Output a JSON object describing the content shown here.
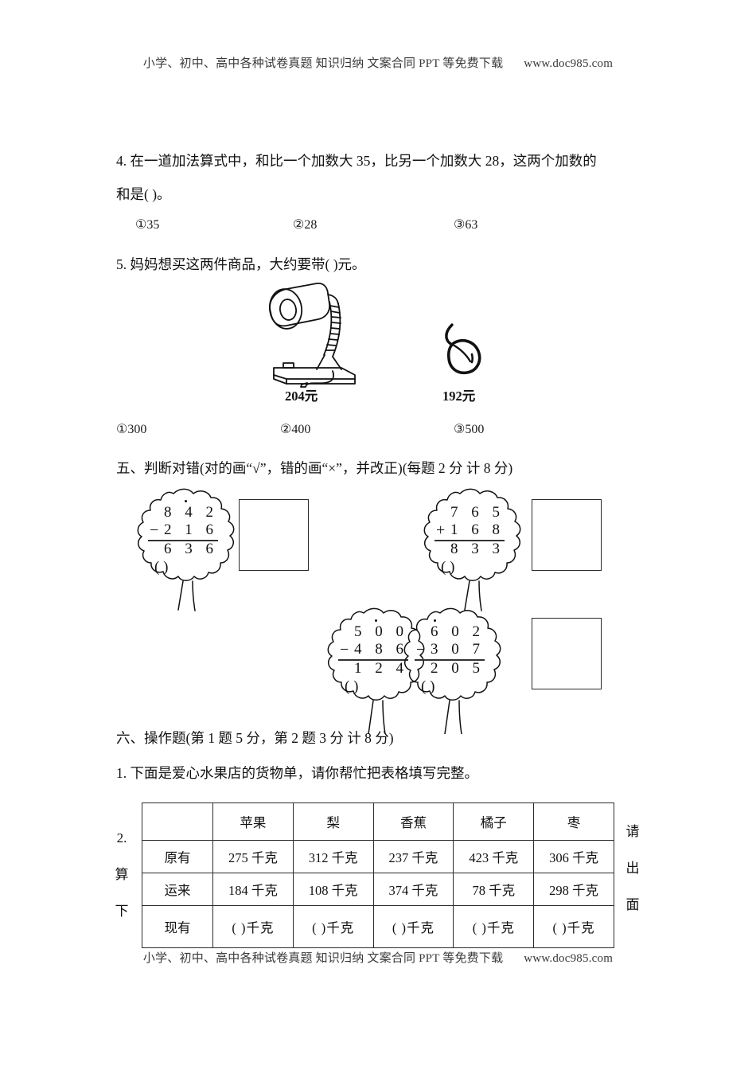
{
  "header": {
    "watermark_text": "小学、初中、高中各种试卷真题 知识归纳 文案合同 PPT 等免费下载",
    "watermark_url": "www.doc985.com"
  },
  "footer": {
    "watermark_text": "小学、初中、高中各种试卷真题 知识归纳 文案合同 PPT 等免费下载",
    "watermark_url": "www.doc985.com"
  },
  "question4": {
    "line1": "4. 在一道加法算式中，和比一个加数大 35，比另一个加数大 28，这两个加数的",
    "line2": "和是(      )。",
    "options": [
      {
        "marker": "①",
        "text": "35"
      },
      {
        "marker": "②",
        "text": "28"
      },
      {
        "marker": "③",
        "text": "63"
      }
    ]
  },
  "question5": {
    "line1": "5. 妈妈想买这两件商品，大约要带(      )元。",
    "items": [
      {
        "icon": "desk-lamp-icon",
        "price": "204元"
      },
      {
        "icon": "computer-mouse-icon",
        "price": "192元"
      }
    ],
    "options": [
      {
        "marker": "①",
        "text": "300"
      },
      {
        "marker": "②",
        "text": "400"
      },
      {
        "marker": "③",
        "text": "500"
      }
    ]
  },
  "section5": {
    "heading": "五、判断对错(对的画“√”，错的画“×”，并改正)(每题 2 分   计 8 分)",
    "problems": [
      {
        "top": "8 4 2",
        "op": "−",
        "mid": "2 1 6",
        "result": "6 3 6",
        "paren": "(          )"
      },
      {
        "top": "7 6 5",
        "op": "+",
        "mid": "1 6 8",
        "result": "8 3 3",
        "paren": "(          )"
      },
      {
        "top": "5 0 0",
        "op": "−",
        "mid": "4 8 6",
        "result": "1 2 4",
        "paren": "(          )"
      },
      {
        "top": "6 0 2",
        "op": "−",
        "mid": "3 0 7",
        "result": "2 0 5",
        "paren": "(          )"
      }
    ]
  },
  "section6": {
    "heading": "六、操作题(第 1 题 5 分，第 2 题 3 分   计 8 分)",
    "q1": "1. 下面是爱心水果店的货物单，请你帮忙把表格填写完整。",
    "wrap_left": [
      "2.",
      "算",
      "下"
    ],
    "wrap_right": [
      "请",
      "出",
      "面"
    ]
  },
  "fruit_table": {
    "corner": "",
    "columns": [
      "苹果",
      "梨",
      "香蕉",
      "橘子",
      "枣"
    ],
    "rows": [
      {
        "label": "原有",
        "cells": [
          "275 千克",
          "312 千克",
          "237 千克",
          "423 千克",
          "306 千克"
        ]
      },
      {
        "label": "运来",
        "cells": [
          "184 千克",
          "108 千克",
          "374 千克",
          "78 千克",
          "298 千克"
        ]
      },
      {
        "label": "现有",
        "cells": [
          "(    )千克",
          "(    )千克",
          "(    )千克",
          "(    )千克",
          "(    )千克"
        ]
      }
    ]
  }
}
